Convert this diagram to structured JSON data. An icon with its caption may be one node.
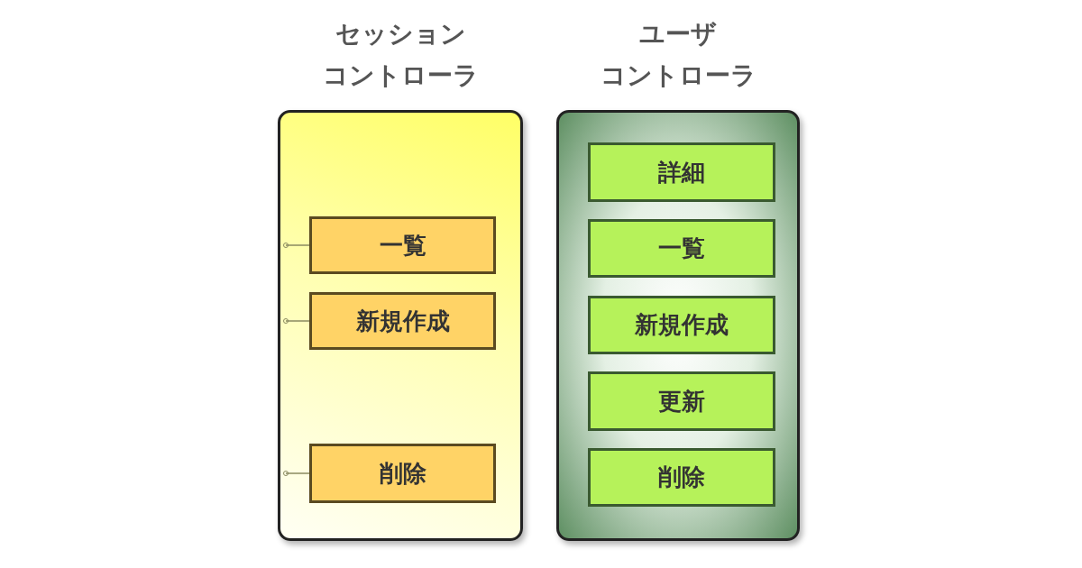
{
  "diagram": {
    "nodes": [
      {
        "text": [
          "セッションコントローラ"
        ]
      },
      {
        "text": [
          "一覧"
        ],
        "in": 0
      },
      {
        "text": [
          "新規作成"
        ],
        "in": 0
      },
      {
        "text": [
          "削除"
        ],
        "in": 0
      },
      {
        "text": [
          "ユーザコントローラ"
        ]
      },
      {
        "text": [
          "詳細"
        ],
        "in": 4
      },
      {
        "text": [
          "一覧"
        ],
        "in": 4
      },
      {
        "text": [
          "新規作成"
        ],
        "in": 4
      },
      {
        "text": [
          "更新"
        ],
        "in": 4
      },
      {
        "text": [
          "削除"
        ],
        "in": 4
      }
    ],
    "edges": [
      {
        "from": null,
        "to": 1,
        "arrow": "other"
      },
      {
        "from": null,
        "to": 2,
        "arrow": "other"
      },
      {
        "from": null,
        "to": 3,
        "arrow": "other"
      }
    ]
  }
}
